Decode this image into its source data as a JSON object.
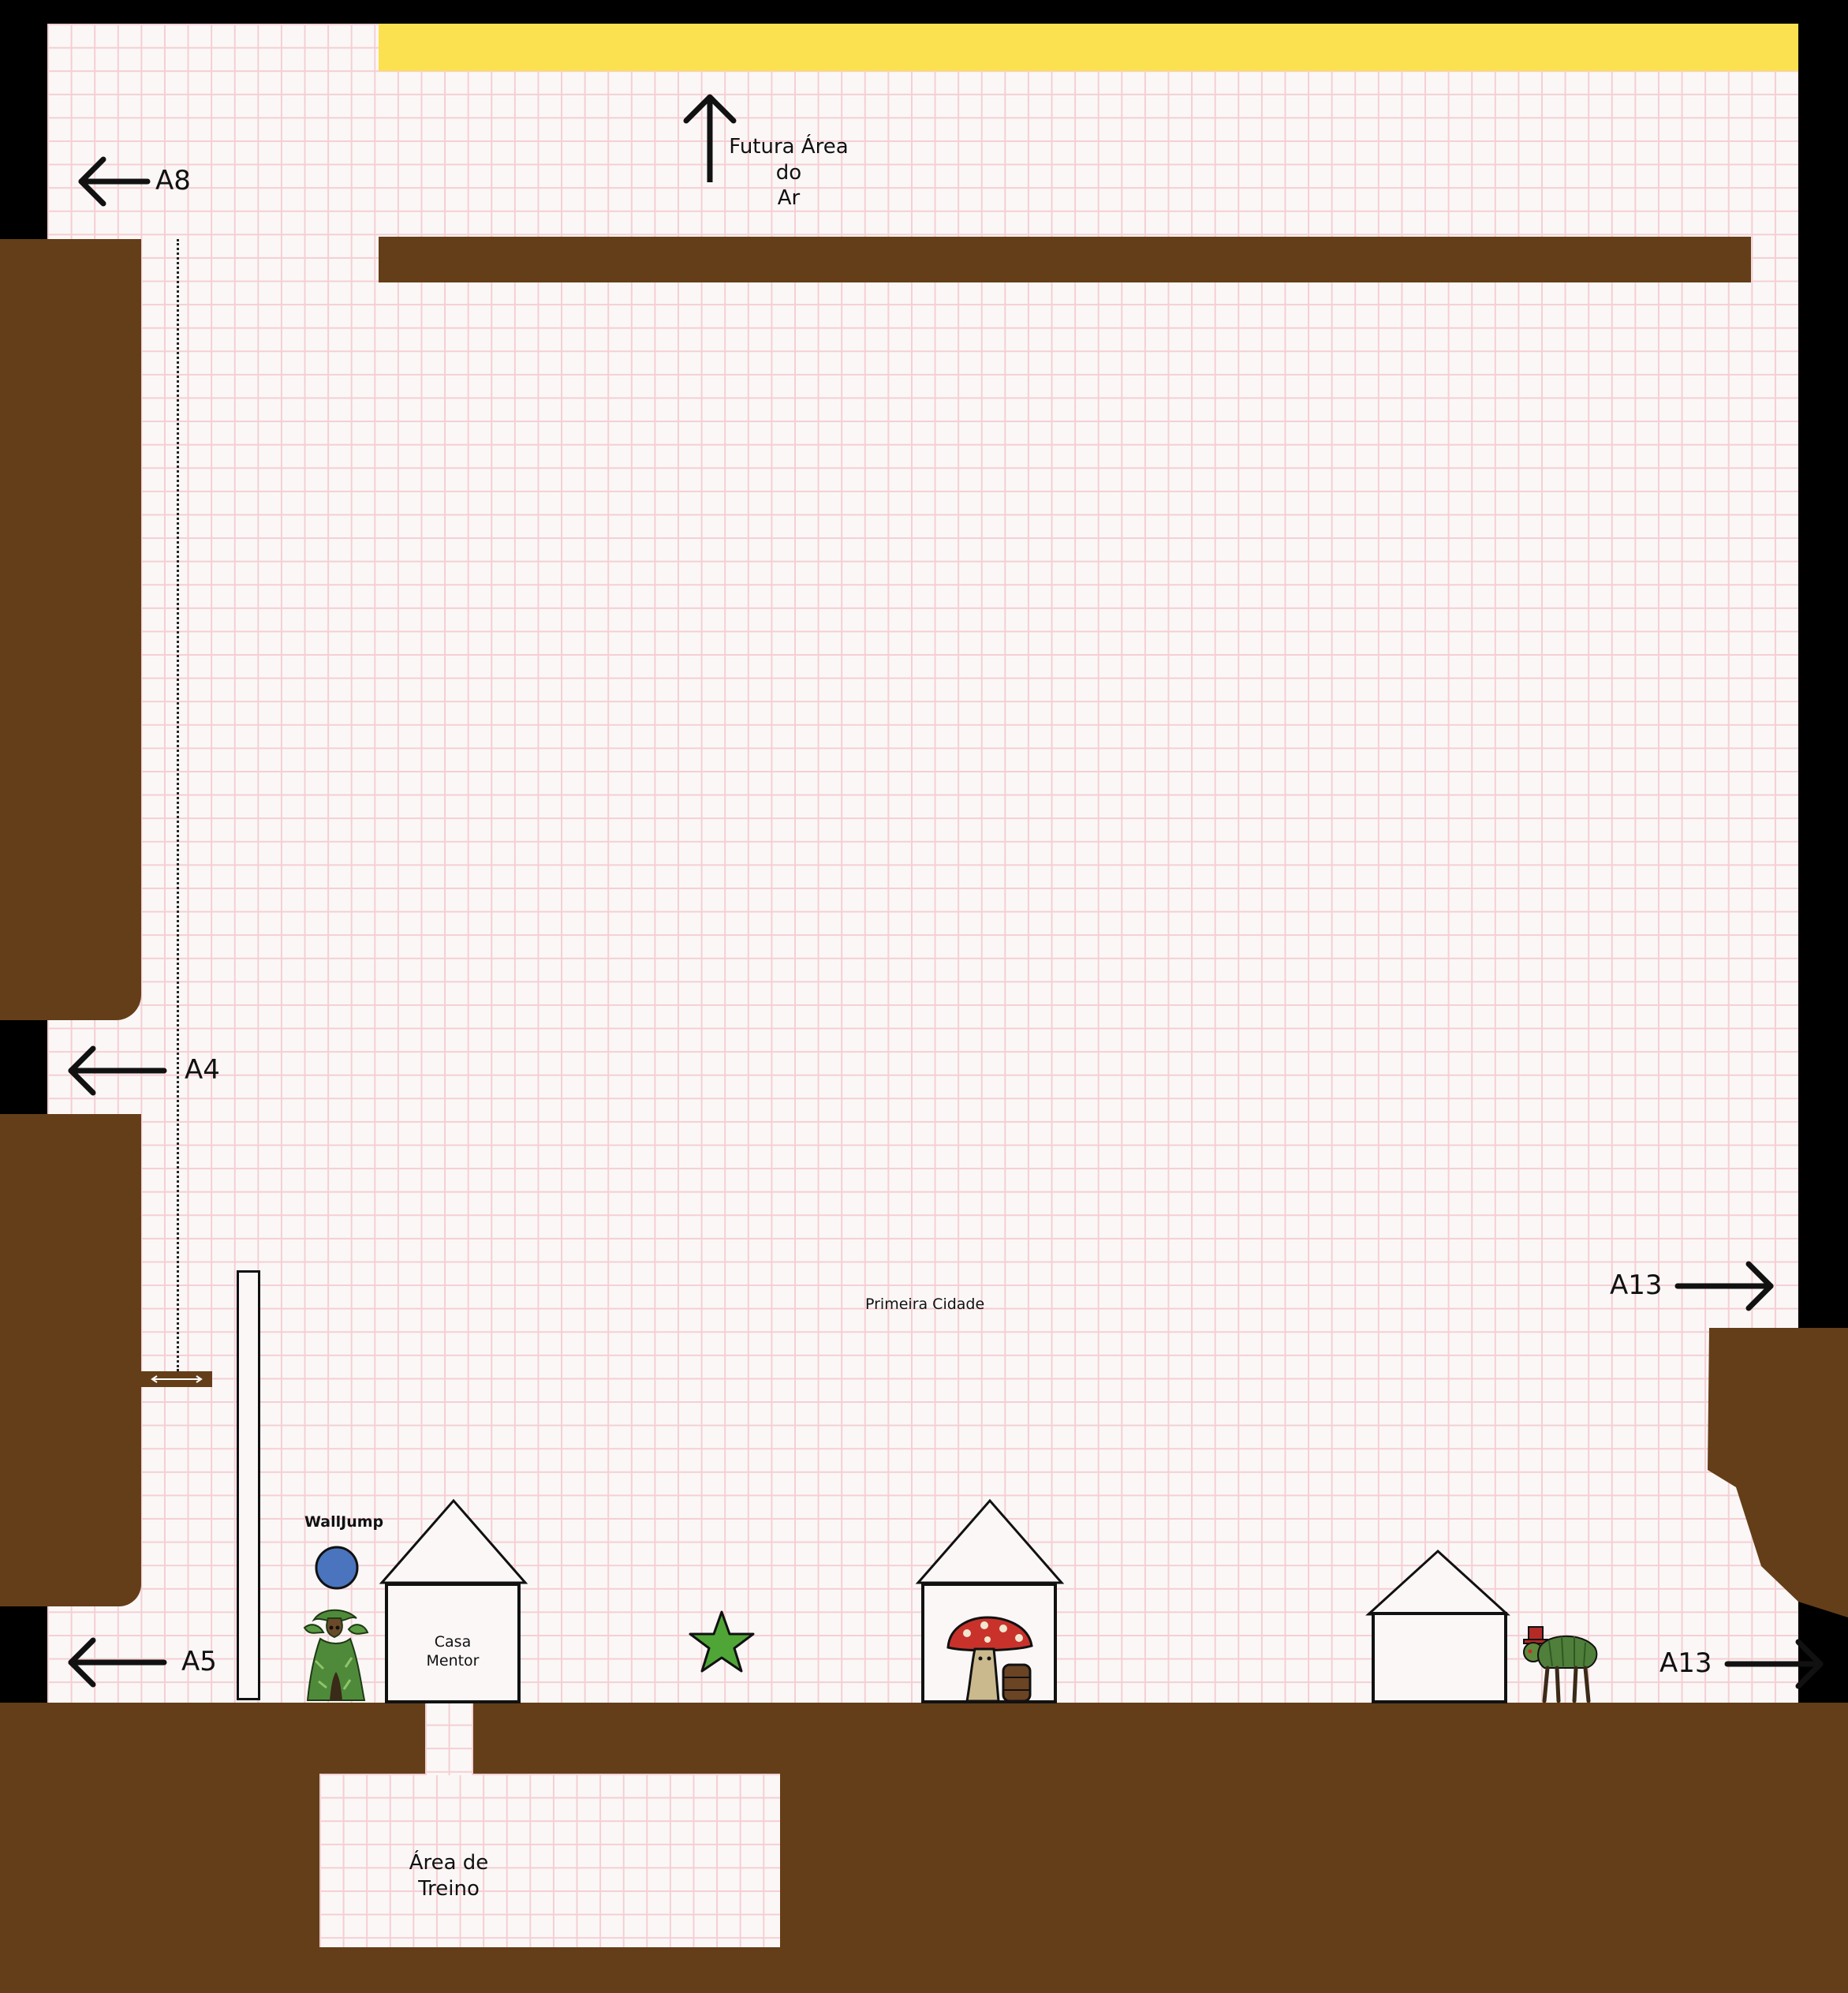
{
  "map": {
    "area_name": "Primeira Cidade",
    "sky_zone_label": [
      "Futura Área",
      "do",
      "Ar"
    ],
    "colors": {
      "background": "#000000",
      "grid_fill": "#fbf7f7",
      "grid_line": "#f4cfd3",
      "dirt": "#643e18",
      "sky_band": "#fbe04f",
      "walljump_orb": "#4a74bd",
      "save_star": "#4fa636"
    }
  },
  "exits": {
    "a8": "A8",
    "a4": "A4",
    "a5": "A5",
    "a13_upper": "A13",
    "a13_lower": "A13"
  },
  "pickups": {
    "walljump_label": "WallJump"
  },
  "buildings": {
    "mentor_house": [
      "Casa",
      "Mentor"
    ],
    "training_area": [
      "Área de",
      "Treino"
    ]
  },
  "icons": {
    "arrow_up": "arrow-up-icon",
    "arrow_left": "arrow-left-icon",
    "arrow_right": "arrow-right-icon",
    "walljump_orb": "walljump-orb-icon",
    "save_star": "star-icon",
    "mentor_npc": "tree-creature-npc-icon",
    "mushroom_npc": "mushroom-merchant-npc-icon",
    "beetle_npc": "beetle-top-hat-npc-icon"
  }
}
